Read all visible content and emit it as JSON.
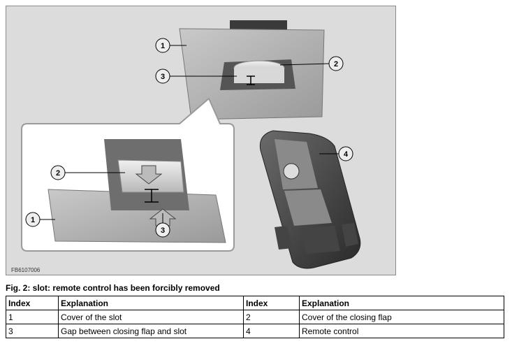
{
  "figure": {
    "code": "FB6107006",
    "callouts": [
      "1",
      "2",
      "3",
      "4",
      "2",
      "1",
      "3"
    ]
  },
  "caption": "Fig. 2: slot: remote control has been forcibly removed",
  "table": {
    "headers": [
      "Index",
      "Explanation",
      "Index",
      "Explanation"
    ],
    "rows": [
      [
        "1",
        "Cover of the slot",
        "2",
        "Cover of the closing flap"
      ],
      [
        "3",
        "Gap between closing flap and slot",
        "4",
        "Remote control"
      ]
    ]
  }
}
